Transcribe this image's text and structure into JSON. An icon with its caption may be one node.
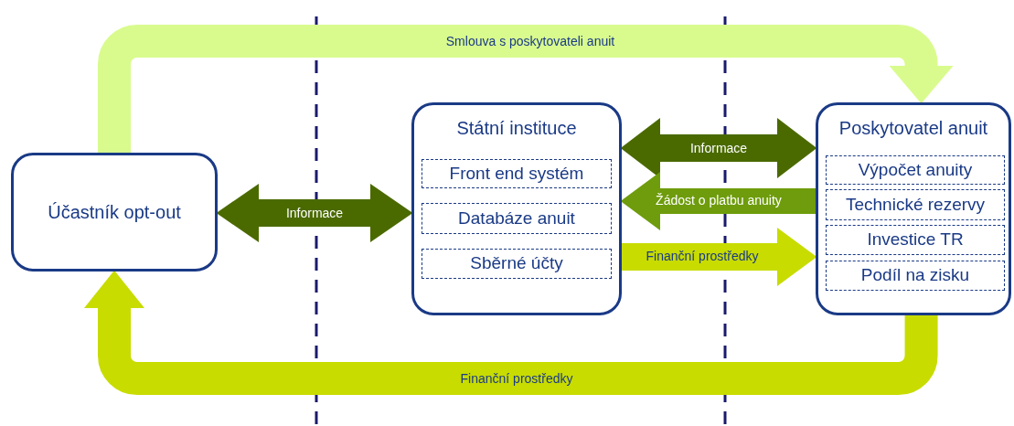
{
  "diagram": {
    "nodes": [
      {
        "text": [
          "Účastník opt-out"
        ]
      },
      {
        "text": [
          "Státní instituce"
        ]
      },
      {
        "text": [
          "Front end systém"
        ],
        "in": 1
      },
      {
        "text": [
          "Databáze anuit"
        ],
        "in": 1
      },
      {
        "text": [
          "Sběrné účty"
        ],
        "in": 1
      },
      {
        "text": [
          "Poskytovatel anuit"
        ]
      },
      {
        "text": [
          "Výpočet anuity"
        ],
        "in": 5
      },
      {
        "text": [
          "Technické rezervy"
        ],
        "in": 5
      },
      {
        "text": [
          "Investice TR"
        ],
        "in": 5
      },
      {
        "text": [
          "Podíl na zisku"
        ],
        "in": 5
      }
    ],
    "edges": [
      {
        "from": 0,
        "to": 5,
        "arrow": "to",
        "label": "Smlouva s poskytovateli anuit",
        "color": "#d9fb8e"
      },
      {
        "from": 0,
        "to": 1,
        "arrow": "both",
        "label": "Informace",
        "color": "#4a6a00"
      },
      {
        "from": 1,
        "to": 5,
        "arrow": "both",
        "label": "Informace",
        "color": "#4a6a00"
      },
      {
        "from": 5,
        "to": 1,
        "arrow": "to",
        "label": "Žádost o platbu anuity",
        "color": "#6e9c0c"
      },
      {
        "from": 1,
        "to": 5,
        "arrow": "to",
        "label": "Finanční prostředky",
        "color": "#c8dc00"
      },
      {
        "from": 5,
        "to": 0,
        "arrow": "to",
        "label": "Finanční prostředky",
        "color": "#c8dc00"
      }
    ]
  }
}
